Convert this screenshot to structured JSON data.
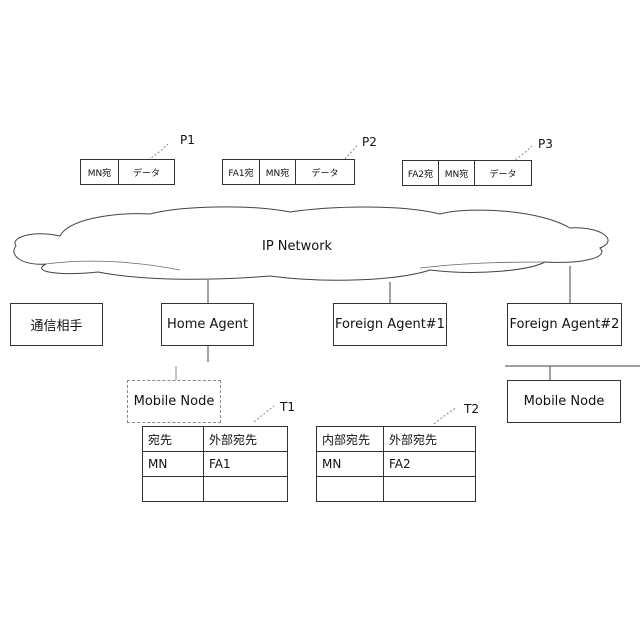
{
  "cloud": {
    "label": "IP Network"
  },
  "nodes": {
    "correspondent": "通信相手",
    "home_agent": "Home Agent",
    "foreign_agent_1": "Foreign Agent#1",
    "foreign_agent_2": "Foreign Agent#2",
    "mobile_node_1": "Mobile Node",
    "mobile_node_2": "Mobile Node"
  },
  "packets": [
    {
      "label": "P1",
      "fields": [
        "MN宛",
        "データ"
      ]
    },
    {
      "label": "P2",
      "fields": [
        "FA1宛",
        "MN宛",
        "データ"
      ]
    },
    {
      "label": "P3",
      "fields": [
        "FA2宛",
        "MN宛",
        "データ"
      ]
    }
  ],
  "tables": [
    {
      "label": "T1",
      "header": [
        "宛先",
        "外部宛先"
      ],
      "rows": [
        [
          "MN",
          "FA1"
        ],
        [
          "",
          ""
        ]
      ]
    },
    {
      "label": "T2",
      "header": [
        "内部宛先",
        "外部宛先"
      ],
      "rows": [
        [
          "MN",
          "FA2"
        ],
        [
          "",
          ""
        ]
      ]
    }
  ]
}
